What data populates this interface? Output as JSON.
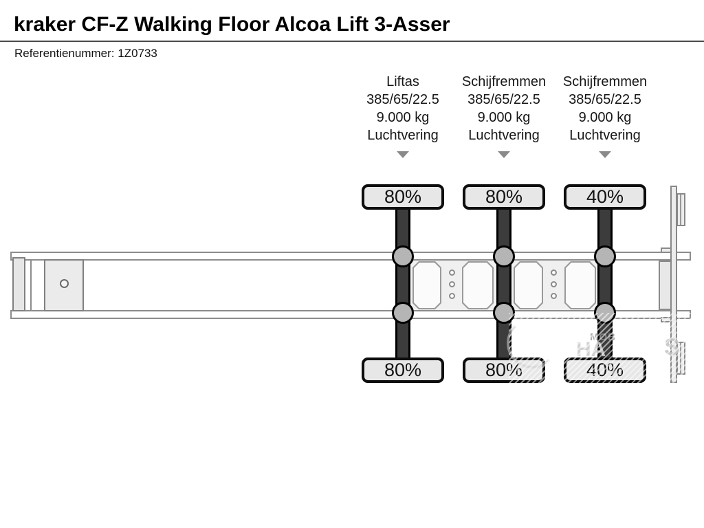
{
  "header": {
    "title": "kraker CF-Z Walking Floor Alcoa Lift 3-Asser",
    "reference": "Referentienummer: 1Z0733"
  },
  "axles": [
    {
      "name": "Liftas",
      "tyre_size": "385/65/22.5",
      "axle_load": "9.000 kg",
      "suspension": "Luchtvering",
      "tyre_top_pct": "80%",
      "tyre_bottom_pct": "80%"
    },
    {
      "name": "Schijfremmen",
      "tyre_size": "385/65/22.5",
      "axle_load": "9.000 kg",
      "suspension": "Luchtvering",
      "tyre_top_pct": "80%",
      "tyre_bottom_pct": "80%"
    },
    {
      "name": "Schijfremmen",
      "tyre_size": "385/65/22.5",
      "axle_load": "9.000 kg",
      "suspension": "Luchtvering",
      "tyre_top_pct": "40%",
      "tyre_bottom_pct": "40%"
    }
  ],
  "watermark": {
    "fragments": [
      "MOB",
      "HA",
      "S"
    ]
  },
  "colors": {
    "axle_bar": "#3c3c3c",
    "wheel": "#b5b5b5",
    "tyre_box_fill": "#e7e7e7",
    "frame_outline": "#8c8c8c",
    "pointer": "#8a8a8a"
  }
}
